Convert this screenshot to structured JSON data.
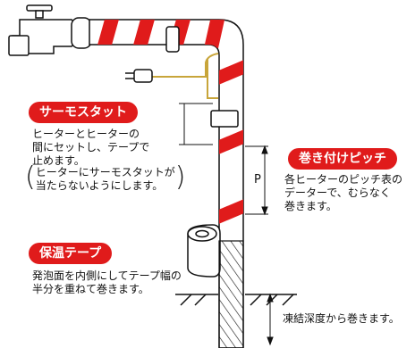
{
  "thermostat": {
    "title": "サーモスタット",
    "line1": "ヒーターとヒーターの",
    "line2": "間にセットし、テープで",
    "line3": "止めます。",
    "note1": "ヒーターにサーモスタットが",
    "note2": "当たらないようにします。"
  },
  "pitch": {
    "title": "巻き付けピッチ",
    "line1": "各ヒーターのピッチ表の",
    "line2": "データーで、むらなく",
    "line3": "巻きます。",
    "dimension_label": "P"
  },
  "insulation": {
    "title": "保温テープ",
    "line1": "発泡面を内側にしてテープ幅の",
    "line2": "半分を重ねて巻きます。"
  },
  "frost": {
    "text": "凍結深度から巻きます。"
  },
  "colors": {
    "red": "#e01b1b",
    "line": "#111111",
    "cable": "#c8a53a"
  }
}
